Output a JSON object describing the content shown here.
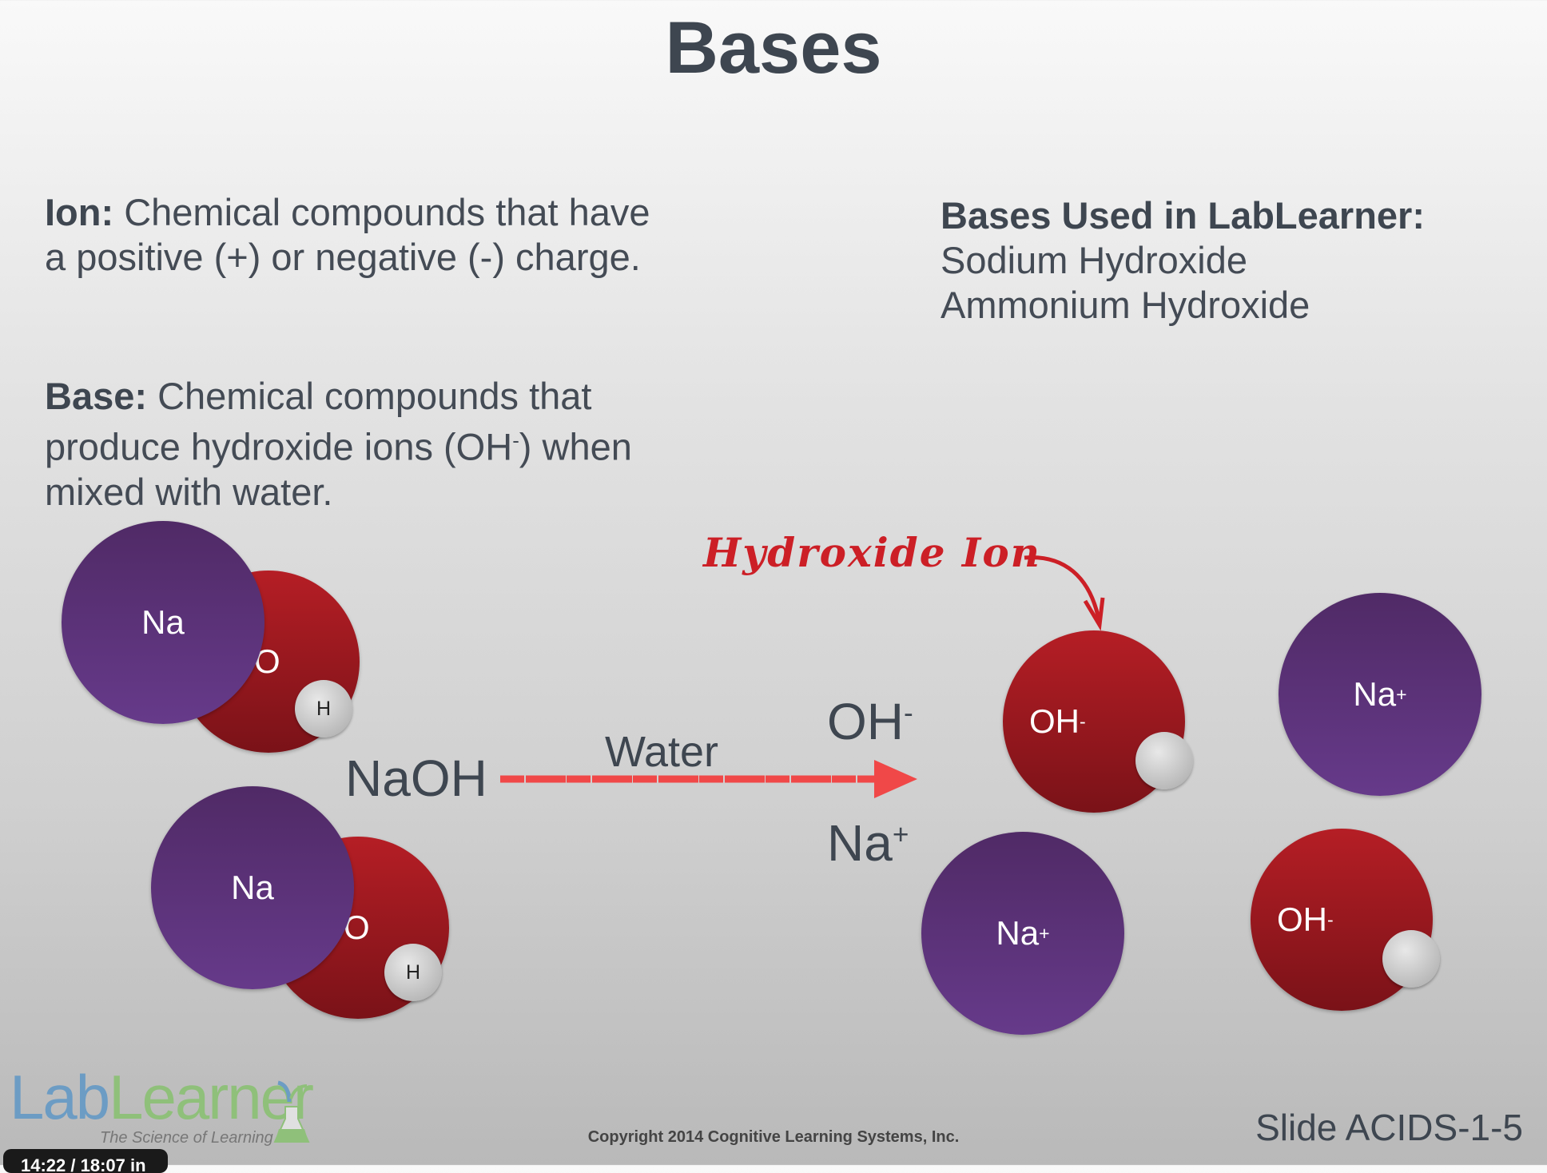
{
  "title": "Bases",
  "ion": {
    "term": "Ion:",
    "definition": " Chemical compounds that have a positive (+) or negative (-) charge."
  },
  "base": {
    "term": "Base:",
    "definition_1": " Chemical compounds that produce hydroxide ions (OH",
    "superscript": "-",
    "definition_2": ") when mixed with water."
  },
  "bases_used": {
    "heading": "Bases Used in LabLearner:",
    "items": [
      "Sodium Hydroxide",
      "Ammonium Hydroxide"
    ]
  },
  "molecules": {
    "na": "Na",
    "o": "O",
    "h": "H"
  },
  "reaction": {
    "reactant": "NaOH",
    "arrow_label": "Water",
    "product_1": "OH",
    "product_1_charge": "-",
    "product_2": "Na",
    "product_2_charge": "+"
  },
  "annotation": "Hydroxide Ion",
  "ions": {
    "oh": "OH",
    "oh_charge": "-",
    "na": "Na",
    "na_charge": "+"
  },
  "logo": {
    "lab": "Lab",
    "learner": "Learner",
    "tagline": "The Science of Learning"
  },
  "copyright": "Copyright 2014 Cognitive Learning Systems, Inc.",
  "slide_label": "Slide ACIDS-1-5",
  "player_time": "14:22 / 18:07 in",
  "colors": {
    "sodium": "#5b3379",
    "oxygen": "#a81b22",
    "annotation": "#cc1f26",
    "arrow": "#f04848",
    "lab_blue": "#6c9cc4",
    "learner_green": "#8fc07a"
  }
}
